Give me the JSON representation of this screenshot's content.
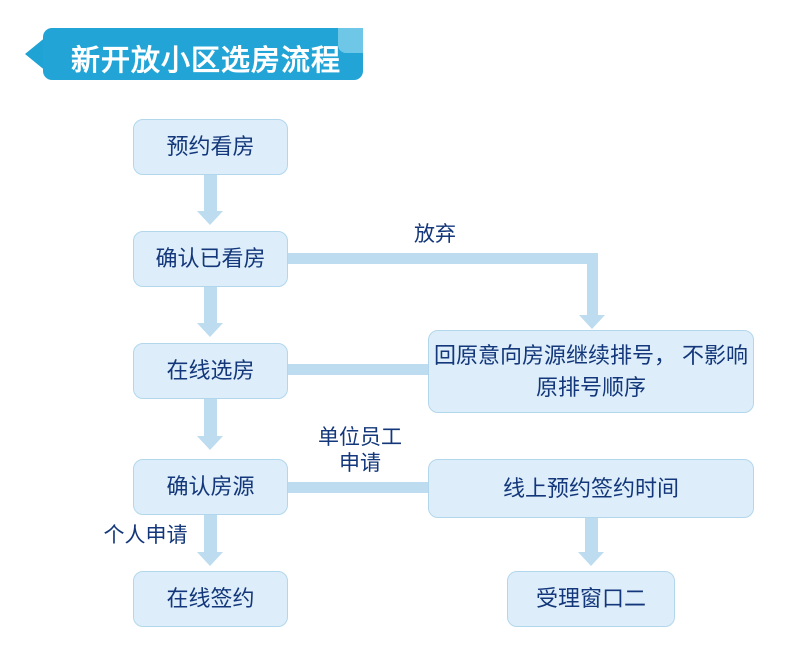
{
  "banner": {
    "title": "新开放小区选房流程",
    "bg_color": "#22a5d6",
    "fold_color": "#6fc7e8",
    "text_color": "#ffffff"
  },
  "theme": {
    "node_fill": "#ddeefa",
    "node_border": "#b2d7ec",
    "node_text": "#13377a",
    "connector": "#bedcef",
    "page_bg": "#ffffff"
  },
  "nodes": [
    {
      "id": "n1",
      "label": "预约看房"
    },
    {
      "id": "n2",
      "label": "确认已看房"
    },
    {
      "id": "n3",
      "label": "在线选房"
    },
    {
      "id": "n4",
      "label": "确认房源"
    },
    {
      "id": "n5",
      "label": "在线签约"
    },
    {
      "id": "n6",
      "label": "回原意向房源继续排号，\n不影响原排号顺序"
    },
    {
      "id": "n7",
      "label": "线上预约签约时间"
    },
    {
      "id": "n8",
      "label": "受理窗口二"
    }
  ],
  "edge_labels": [
    {
      "id": "e1",
      "label": "放弃"
    },
    {
      "id": "e2",
      "label": "单位员工\n申请"
    },
    {
      "id": "e3",
      "label": "个人申请"
    }
  ]
}
